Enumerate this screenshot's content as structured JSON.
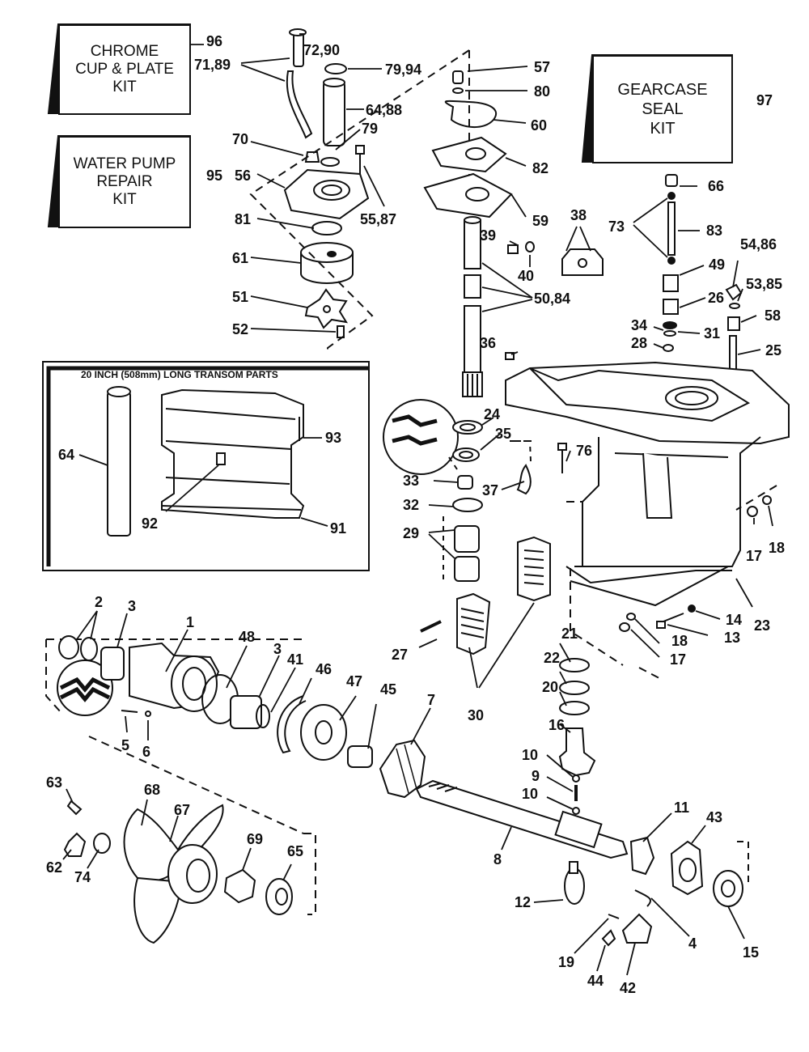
{
  "kits": {
    "chrome": {
      "line1": "CHROME",
      "line2": "CUP & PLATE",
      "line3": "KIT",
      "ref": "96"
    },
    "water_pump": {
      "line1": "WATER PUMP",
      "line2": "REPAIR",
      "line3": "KIT",
      "ref": "95"
    },
    "gearcase": {
      "line1": "GEARCASE",
      "line2": "SEAL",
      "line3": "KIT",
      "ref": "97"
    }
  },
  "transom_panel": {
    "title": "20 INCH (508mm) LONG TRANSOM PARTS"
  },
  "callouts": {
    "c72_90": "72,90",
    "c71_89": "71,89",
    "c79_94": "79,94",
    "c64_88": "64,88",
    "c79": "79",
    "c70": "70",
    "c56": "56",
    "c55_87": "55,87",
    "c81": "81",
    "c61": "61",
    "c51": "51",
    "c52": "52",
    "c57": "57",
    "c80": "80",
    "c60": "60",
    "c82": "82",
    "c59": "59",
    "c38": "38",
    "c39": "39",
    "c40": "40",
    "c50_84": "50,84",
    "c36": "36",
    "c66": "66",
    "c73": "73",
    "c83": "83",
    "c54_86": "54,86",
    "c49": "49",
    "c53_85": "53,85",
    "c26": "26",
    "c58": "58",
    "c34": "34",
    "c31": "31",
    "c28": "28",
    "c25": "25",
    "c24": "24",
    "c35": "35",
    "c76": "76",
    "c33": "33",
    "c37": "37",
    "c32": "32",
    "c29": "29",
    "c64": "64",
    "c93": "93",
    "c92": "92",
    "c91": "91",
    "c17a": "17",
    "c18a": "18",
    "c23": "23",
    "c14": "14",
    "c13": "13",
    "c18b": "18",
    "c17b": "17",
    "c2": "2",
    "c3a": "3",
    "c1": "1",
    "c48": "48",
    "c3b": "3",
    "c41": "41",
    "c46": "46",
    "c47": "47",
    "c45": "45",
    "c7": "7",
    "c27": "27",
    "c30": "30",
    "c21": "21",
    "c22": "22",
    "c20": "20",
    "c16": "16",
    "c10a": "10",
    "c9": "9",
    "c10b": "10",
    "c5": "5",
    "c6": "6",
    "c63": "63",
    "c68": "68",
    "c67": "67",
    "c69": "69",
    "c65": "65",
    "c62": "62",
    "c74": "74",
    "c8": "8",
    "c11": "11",
    "c43": "43",
    "c12": "12",
    "c4": "4",
    "c15": "15",
    "c19": "19",
    "c44": "44",
    "c42": "42"
  },
  "colors": {
    "ink": "#111111",
    "paper": "#ffffff",
    "shade": "#222222"
  }
}
